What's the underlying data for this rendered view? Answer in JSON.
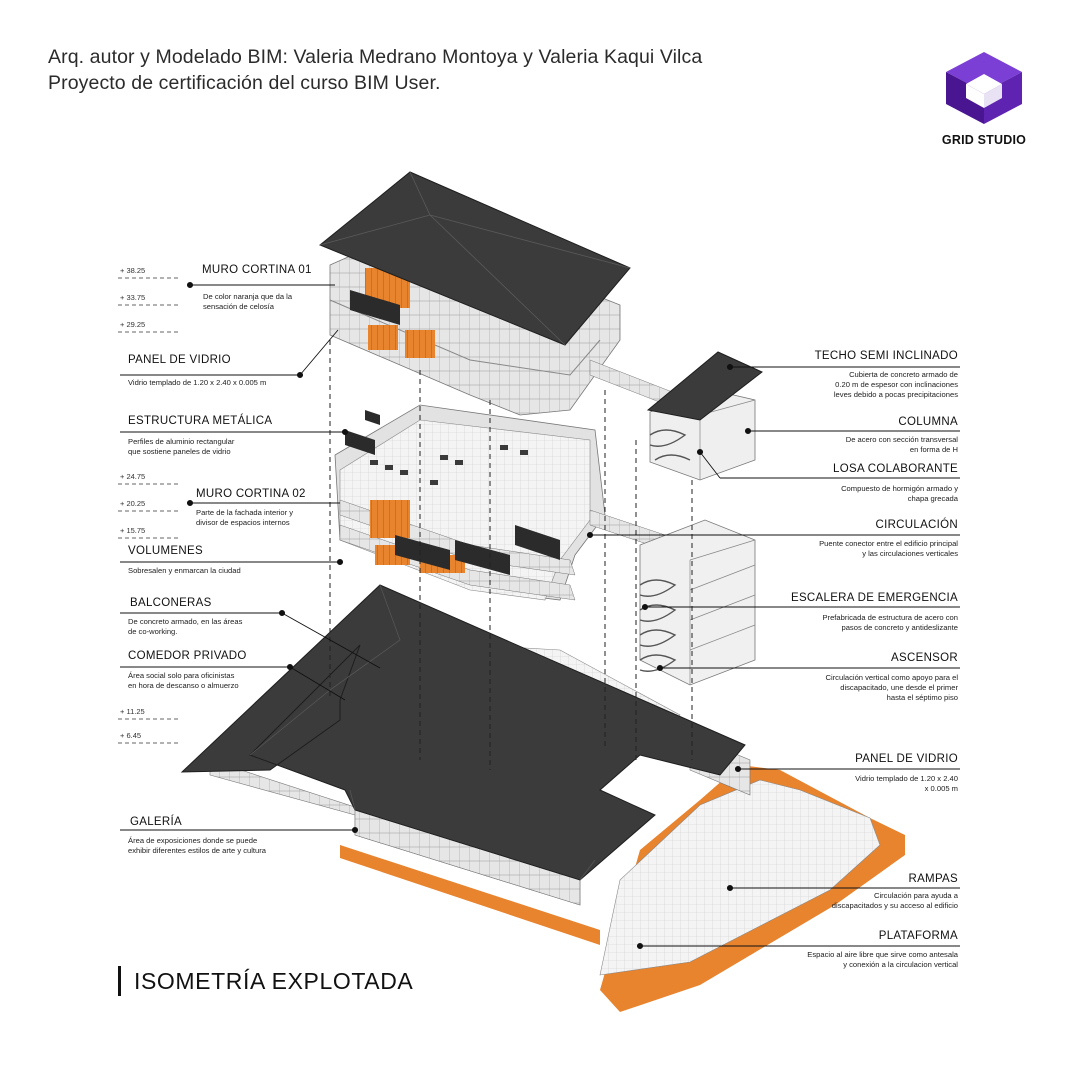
{
  "header": {
    "line1": "Arq. autor y Modelado BIM: Valeria Medrano Montoya y Valeria Kaqui Vilca",
    "line2": "Proyecto de certificación del curso BIM User."
  },
  "logo": {
    "name": "GRID STUDIO",
    "icon": "cube-icon",
    "color": "#5b1fa8"
  },
  "colors": {
    "roof": "#3a3a3a",
    "accent_orange": "#e8832e",
    "glass": "#d9d9d9",
    "leader": "#111111"
  },
  "elevations": [
    "+ 38.25",
    "+ 33.75",
    "+ 29.25",
    "+ 24.75",
    "+ 20.25",
    "+ 15.75",
    "+ 11.25",
    "+ 6.45"
  ],
  "left_labels": [
    {
      "title": "MURO CORTINA 01",
      "desc": "De color naranja que da la\nsensación de celosía"
    },
    {
      "title": "PANEL DE VIDRIO",
      "desc": "Vidrio templado de 1.20 x 2.40 x 0.005 m"
    },
    {
      "title": "ESTRUCTURA METÁLICA",
      "desc": "Perfiles de aluminio rectangular\nque sostiene paneles de vidrio"
    },
    {
      "title": "MURO CORTINA 02",
      "desc": "Parte de la fachada interior y\ndivisor de espacios internos"
    },
    {
      "title": "VOLUMENES",
      "desc": "Sobresalen y enmarcan la ciudad"
    },
    {
      "title": "BALCONERAS",
      "desc": "De concreto armado, en las áreas\nde co-working."
    },
    {
      "title": "COMEDOR PRIVADO",
      "desc": "Área social solo para oficinistas\nen hora de descanso o almuerzo"
    },
    {
      "title": "GALERÍA",
      "desc": "Área de exposiciones donde se puede\nexhibir diferentes estilos de arte y cultura"
    }
  ],
  "right_labels": [
    {
      "title": "TECHO SEMI INCLINADO",
      "desc": "Cubierta de concreto armado de\n0.20 m de espesor con inclinaciones\nleves debido a pocas precipitaciones"
    },
    {
      "title": "COLUMNA",
      "desc": "De acero con sección transversal\nen forma de H"
    },
    {
      "title": "LOSA COLABORANTE",
      "desc": "Compuesto de hormigón armado y\nchapa grecada"
    },
    {
      "title": "CIRCULACIÓN",
      "desc": "Puente conector entre el edificio principal\ny las circulaciones verticales"
    },
    {
      "title": "ESCALERA DE EMERGENCIA",
      "desc": "Prefabricada de estructura de acero con\npasos de concreto y antideslizante"
    },
    {
      "title": "ASCENSOR",
      "desc": "Circulación vertical como apoyo para el\ndiscapacitado, une desde el primer\nhasta el séptimo piso"
    },
    {
      "title": "PANEL DE VIDRIO",
      "desc": "Vidrio templado de 1.20 x 2.40\nx 0.005 m"
    },
    {
      "title": "RAMPAS",
      "desc": "Circulación para ayuda a\ndiscapacitados y su acceso al edificio"
    },
    {
      "title": "PLATAFORMA",
      "desc": "Espacio al aire libre que sirve como antesala\ny conexión a la circulacion vertical"
    }
  ],
  "footer": {
    "title": "ISOMETRÍA EXPLOTADA"
  }
}
